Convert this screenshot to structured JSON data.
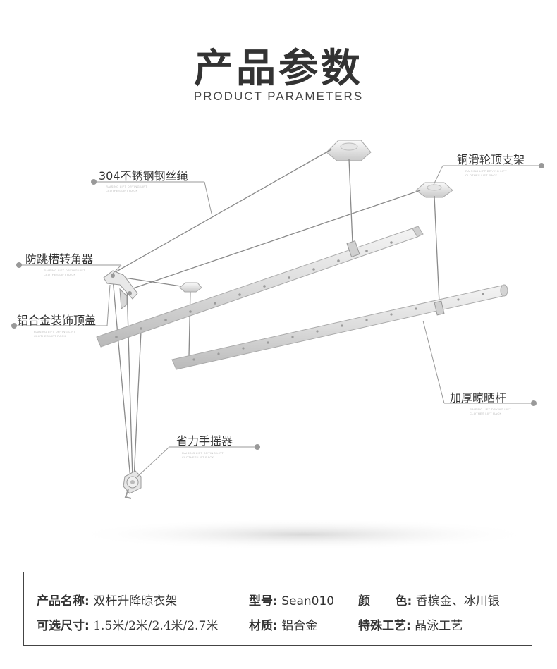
{
  "header": {
    "title": "产品参数",
    "subtitle": "PRODUCT PARAMETERS"
  },
  "callouts": {
    "rope": "304不锈钢钢丝绳",
    "pulley": "铜滑轮顶支架",
    "anti_jump": "防跳槽转角器",
    "cover": "铝合金装饰顶盖",
    "rod": "加厚晾晒杆",
    "crank": "省力手摇器",
    "mini_text_1": "RAISING LIFT DRYING LIFT",
    "mini_text_2": "CLOTHES LIFT RACK"
  },
  "params": {
    "name_label": "产品名称:",
    "name_value": "双杆升降晾衣架",
    "model_label": "型号:",
    "model_value": "Sean010",
    "color_label": "颜      色:",
    "color_value": "香槟金、冰川银",
    "size_label": "可选尺寸:",
    "size_value": "1.5米/2米/2.4米/2.7米",
    "material_label": "材质:",
    "material_value": "铝合金",
    "craft_label": "特殊工艺:",
    "craft_value": "晶泳工艺"
  },
  "colors": {
    "rod": "#e2e2e2",
    "rod_edge": "#b8b8b8",
    "dot": "#9a9a9a",
    "line": "#8a8a8a"
  }
}
